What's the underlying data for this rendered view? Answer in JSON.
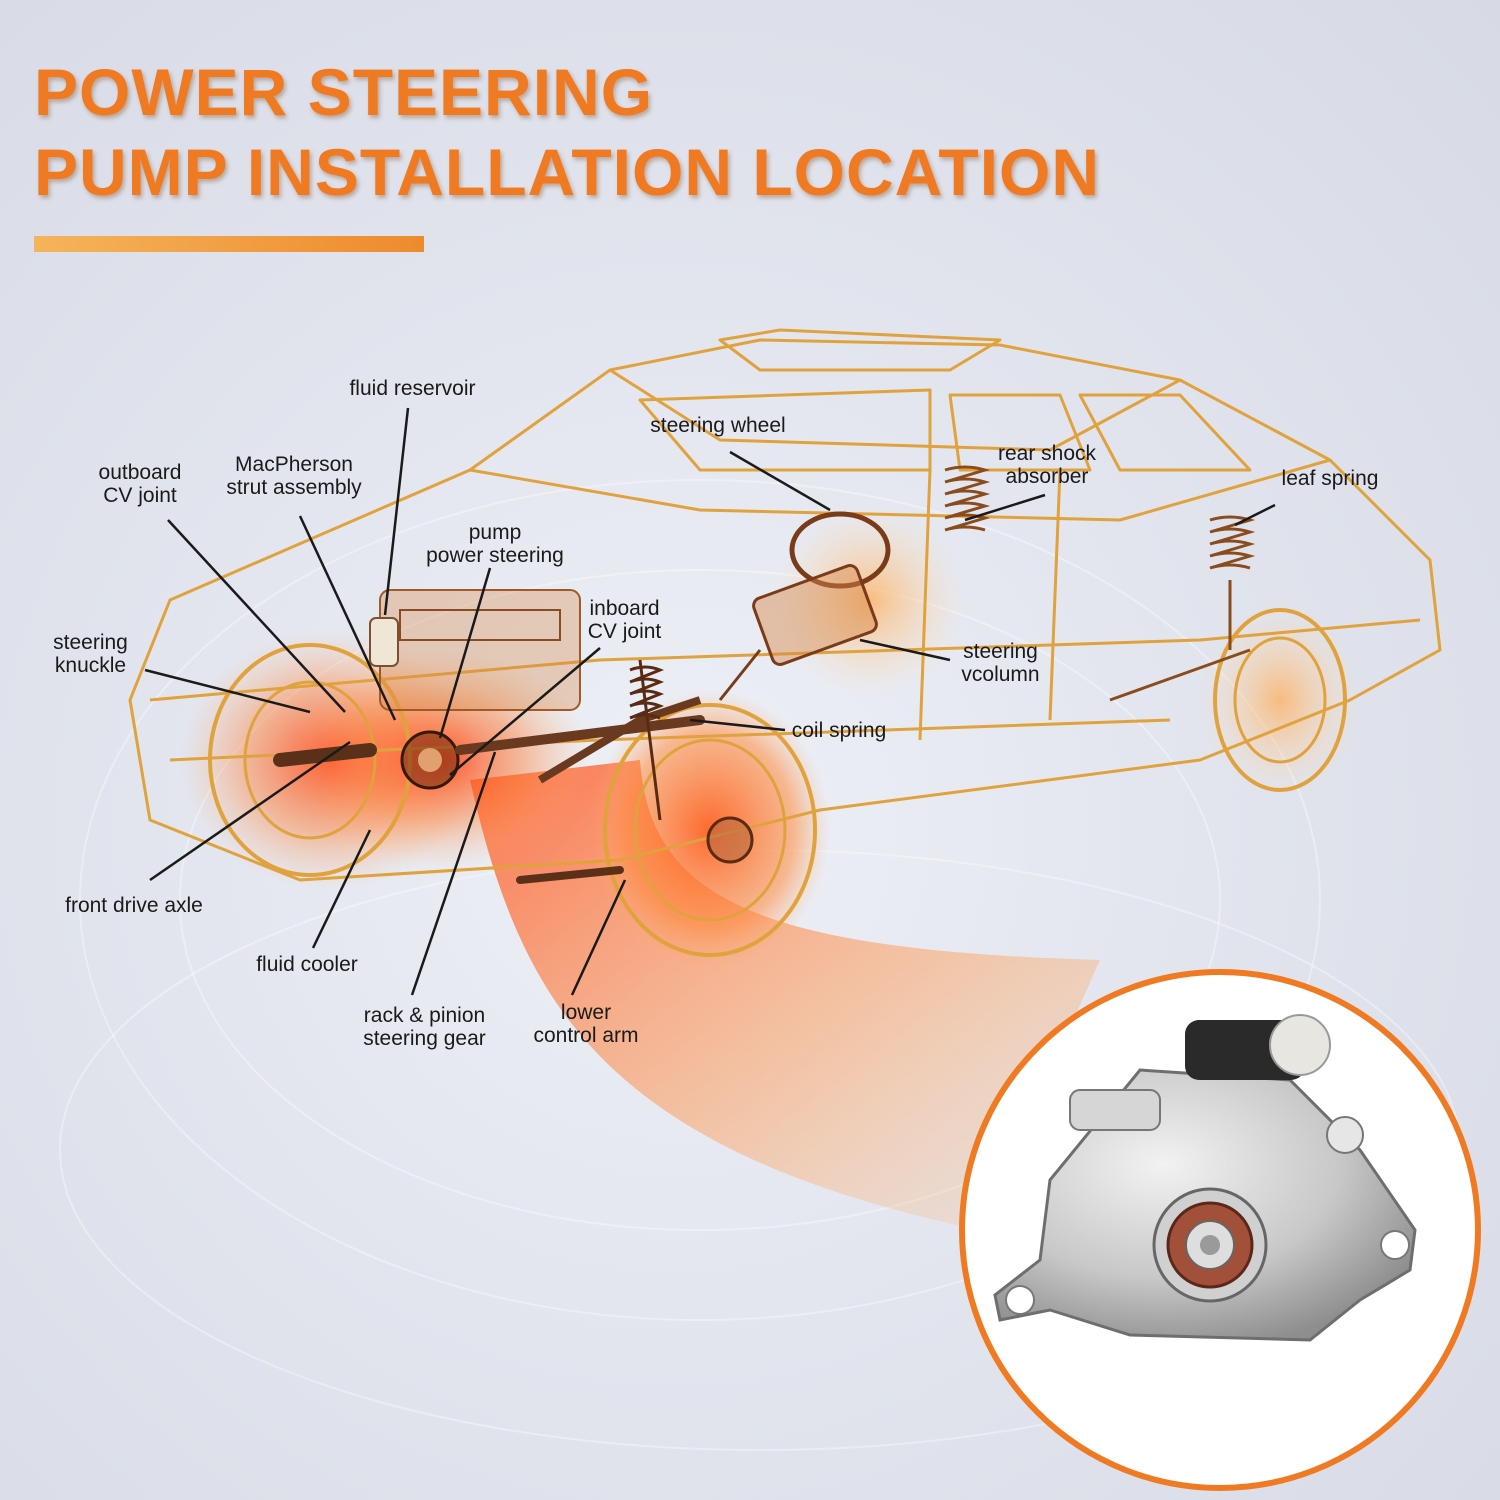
{
  "title": {
    "line1": "POWER STEERING",
    "line2": "PUMP INSTALLATION LOCATION"
  },
  "labels": {
    "fluid_reservoir": "fluid reservoir",
    "steering_wheel": "steering wheel",
    "outboard_cv_joint": "outboard\nCV joint",
    "macpherson_strut": "MacPherson\nstrut assembly",
    "rear_shock_absorber": "rear shock\nabsorber",
    "leaf_spring": "leaf spring",
    "pump_power_steering": "pump\npower steering",
    "inboard_cv_joint": "inboard\nCV joint",
    "steering_knuckle": "steering\nknuckle",
    "steering_column": "steering\nvcolumn",
    "coil_spring": "coil spring",
    "front_drive_axle": "front drive axle",
    "fluid_cooler": "fluid cooler",
    "rack_pinion": "rack & pinion\nsteering gear",
    "lower_control_arm": "lower\ncontrol arm"
  },
  "colors": {
    "title": "#f07a22",
    "accent_bar": "#ee8a2e",
    "car_outline": "#e0a23c",
    "hot_glow": "#ff4a14",
    "leader_line": "#1a1a1a"
  },
  "icons": {
    "car": "car-cutaway-icon",
    "pump": "power-steering-pump-icon"
  }
}
